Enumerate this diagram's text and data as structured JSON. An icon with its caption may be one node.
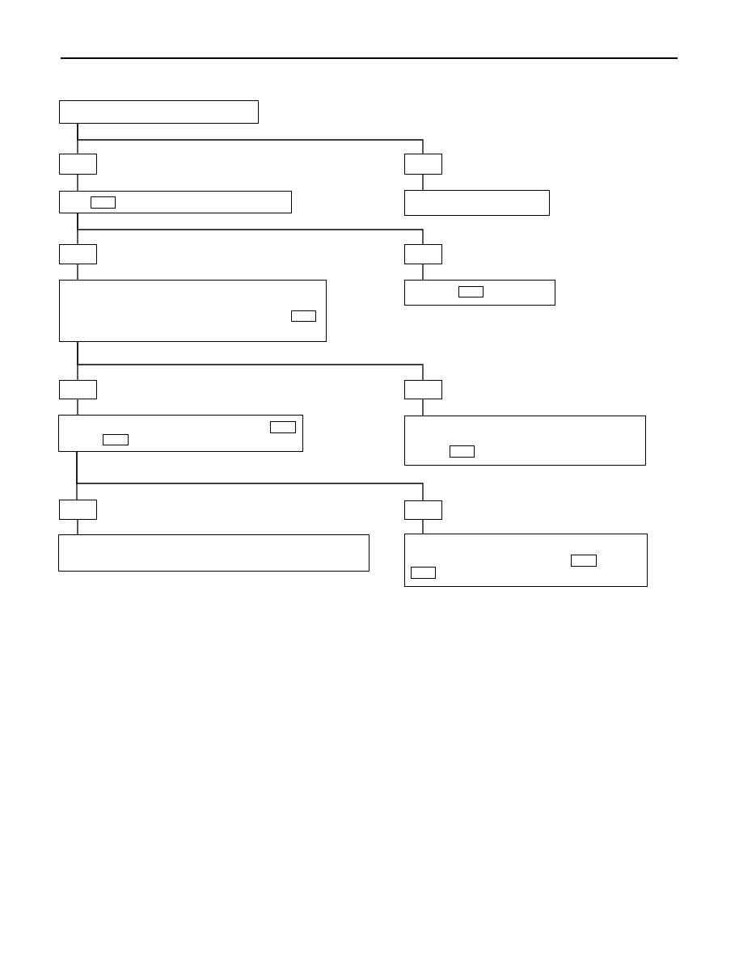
{
  "diagram": {
    "nodes": [
      {
        "text": [],
        "shape": "box"
      },
      {
        "text": [],
        "shape": "box"
      },
      {
        "text": [],
        "shape": "box"
      },
      {
        "text": [],
        "shape": "box"
      },
      {
        "text": [],
        "shape": "box",
        "in": 3
      },
      {
        "text": [],
        "shape": "box"
      },
      {
        "text": [],
        "shape": "box"
      },
      {
        "text": [],
        "shape": "box"
      },
      {
        "text": [],
        "shape": "box"
      },
      {
        "text": [],
        "shape": "box",
        "in": 8
      },
      {
        "text": [],
        "shape": "box"
      },
      {
        "text": [],
        "shape": "box",
        "in": 10
      },
      {
        "text": [],
        "shape": "box"
      },
      {
        "text": [],
        "shape": "box"
      },
      {
        "text": [],
        "shape": "box"
      },
      {
        "text": [],
        "shape": "box",
        "in": 14
      },
      {
        "text": [],
        "shape": "box",
        "in": 14
      },
      {
        "text": [],
        "shape": "box"
      },
      {
        "text": [],
        "shape": "box",
        "in": 17
      },
      {
        "text": [],
        "shape": "box"
      },
      {
        "text": [],
        "shape": "box"
      },
      {
        "text": [],
        "shape": "box"
      },
      {
        "text": [],
        "shape": "box"
      },
      {
        "text": [],
        "shape": "box",
        "in": 22
      },
      {
        "text": [],
        "shape": "box",
        "in": 22
      }
    ],
    "edges": [
      {
        "from": 0,
        "to": 1,
        "arrow": "none"
      },
      {
        "from": 0,
        "to": 2,
        "arrow": "none"
      },
      {
        "from": 1,
        "to": 3,
        "arrow": "none"
      },
      {
        "from": 2,
        "to": 5,
        "arrow": "none"
      },
      {
        "from": 3,
        "to": 6,
        "arrow": "none"
      },
      {
        "from": 3,
        "to": 7,
        "arrow": "none"
      },
      {
        "from": 6,
        "to": 8,
        "arrow": "none"
      },
      {
        "from": 7,
        "to": 10,
        "arrow": "none"
      },
      {
        "from": 8,
        "to": 12,
        "arrow": "none"
      },
      {
        "from": 8,
        "to": 13,
        "arrow": "none"
      },
      {
        "from": 12,
        "to": 14,
        "arrow": "none"
      },
      {
        "from": 13,
        "to": 17,
        "arrow": "none"
      },
      {
        "from": 14,
        "to": 19,
        "arrow": "none"
      },
      {
        "from": 14,
        "to": 20,
        "arrow": "none"
      },
      {
        "from": 19,
        "to": 21,
        "arrow": "none"
      },
      {
        "from": 20,
        "to": 22,
        "arrow": "none"
      }
    ]
  }
}
